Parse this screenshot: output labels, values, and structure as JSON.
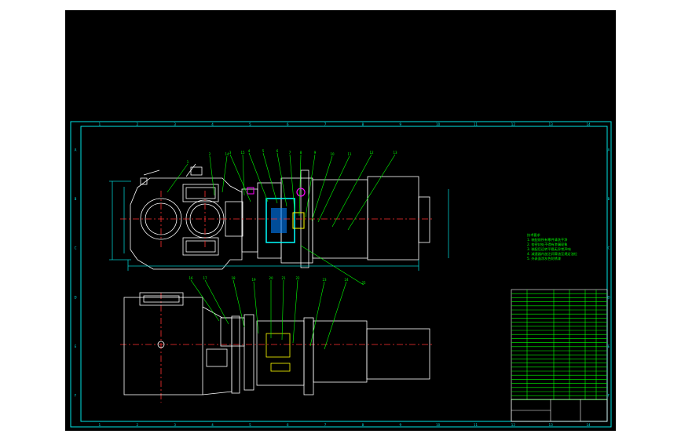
{
  "canvas": {
    "background": "#000000",
    "page_background": "#ffffff"
  },
  "colors": {
    "frame": "#00e5e5",
    "geometry": "#ffffff",
    "center": "#ff3030",
    "leader": "#00ff00",
    "dim": "#00c8c8",
    "highlight": "#00ffff",
    "magenta": "#ff00ff",
    "yellow": "#ffff00"
  },
  "border_ticks_top": [
    "1",
    "2",
    "3",
    "4",
    "5",
    "6",
    "7",
    "8",
    "9",
    "10",
    "11",
    "12",
    "13",
    "14"
  ],
  "border_ticks_side": [
    "A",
    "B",
    "C",
    "D",
    "E",
    "F"
  ],
  "balloons_top": [
    "1",
    "2",
    "3",
    "4",
    "5",
    "6",
    "7",
    "8",
    "9",
    "10",
    "11",
    "12",
    "13",
    "14",
    "15"
  ],
  "balloons_bottom": [
    "16",
    "17",
    "18",
    "19",
    "20",
    "21",
    "22",
    "23",
    "24",
    "25"
  ],
  "tech_notes": [
    "技术要求",
    "1. 装配前所有零件清洗干净",
    "2. 各密封处不得有渗漏现象",
    "3. 装配后运转平稳无异常声响",
    "4. 减速器内加注润滑油至规定油位",
    "5. 外表面涂灰色防锈漆"
  ]
}
